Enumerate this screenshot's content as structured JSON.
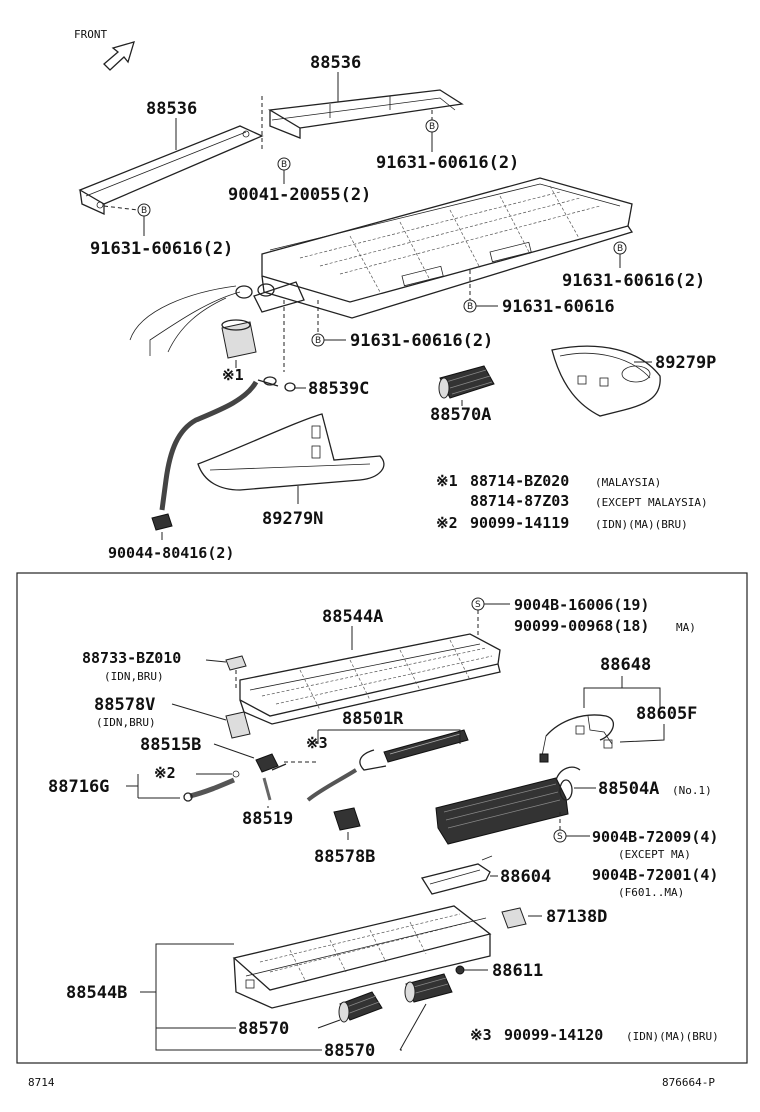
{
  "orientation": {
    "front": "FRONT"
  },
  "upper_callouts": {
    "c88536_right": "88536",
    "c88536_left": "88536",
    "c91631_top": "91631-60616(2)",
    "c90041": "90041-20055(2)",
    "c91631_left": "91631-60616(2)",
    "c91631_right": "91631-60616(2)",
    "c91631_mid": "91631-60616",
    "c91631_bottom": "91631-60616(2)",
    "c89279P": "89279P",
    "c88539C": "88539C",
    "c88570A": "88570A",
    "c89279N": "89279N",
    "c90044": "90044-80416(2)",
    "mark1_tag": "※1"
  },
  "notes_upper": {
    "n1_mark": "※1",
    "n1_line1": "88714-BZ020",
    "n1_line1_note": "(MALAYSIA)",
    "n1_line2": "88714-87Z03",
    "n1_line2_note": "(EXCEPT MALAYSIA)",
    "n2_mark": "※2",
    "n2_line": "90099-14119",
    "n2_note": "(IDN)(MA)(BRU)"
  },
  "lower_callouts": {
    "c88544A": "88544A",
    "c9004B_16006": "9004B-16006(19)",
    "c90099_00968": "90099-00968(18)",
    "c90099_00968_note": "MA)",
    "c88733": "88733-BZ010",
    "c88733_note": "(IDN,BRU)",
    "c88578V": "88578V",
    "c88578V_note": "(IDN,BRU)",
    "c88501R": "88501R",
    "c88648": "88648",
    "c88605F": "88605F",
    "mark3_tag": "※3",
    "c88515B": "88515B",
    "mark2_tag": "※2",
    "c88716G": "88716G",
    "c88519": "88519",
    "c88504A": "88504A",
    "c88504A_note": "(No.1)",
    "c88578B": "88578B",
    "c9004B_72009": "9004B-72009(4)",
    "c9004B_72009_note": "(EXCEPT MA)",
    "c9004B_72001": "9004B-72001(4)",
    "c9004B_72001_note": "(F601..MA)",
    "c88604": "88604",
    "c87138D": "87138D",
    "c88544B": "88544B",
    "c88611": "88611",
    "c88570_a": "88570",
    "c88570_b": "88570",
    "n3_mark": "※3",
    "n3_line": "90099-14120",
    "n3_note": "(IDN)(MA)(BRU)"
  },
  "footer": {
    "page_left": "8714",
    "page_right": "876664-P"
  },
  "bolt_letters": {
    "b": "B",
    "s": "S"
  }
}
